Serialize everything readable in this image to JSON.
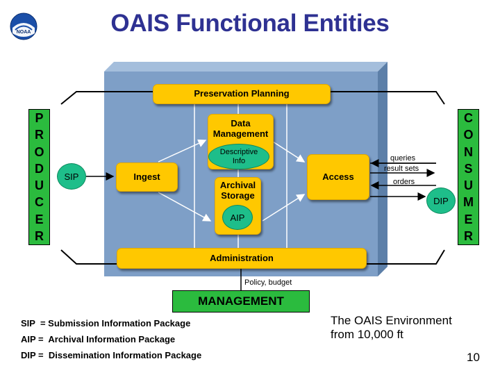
{
  "title": "OAIS Functional Entities",
  "logo_text": "NOAA",
  "producer_letters": [
    "P",
    "R",
    "O",
    "D",
    "U",
    "C",
    "E",
    "R"
  ],
  "consumer_letters": [
    "C",
    "O",
    "N",
    "S",
    "U",
    "M",
    "E",
    "R"
  ],
  "entities": {
    "preservation_planning": "Preservation Planning",
    "data_management": "Data\nManagement",
    "descriptive_info": "Descriptive\nInfo",
    "ingest": "Ingest",
    "archival_storage": "Archival\nStorage",
    "aip": "AIP",
    "access": "Access",
    "administration": "Administration",
    "management": "MANAGEMENT"
  },
  "packages": {
    "sip": "SIP",
    "dip": "DIP"
  },
  "flows": {
    "queries": "queries",
    "result_sets": "result sets",
    "orders": "orders",
    "policy_budget": "Policy, budget"
  },
  "legend": [
    "SIP  = Submission Information Package",
    "AIP =  Archival Information Package",
    "DIP =  Dissemination Information Package"
  ],
  "environment_caption": "The OAIS Environment\nfrom 10,000 ft",
  "page_number": "10",
  "colors": {
    "title": "#2e3192",
    "entity_box": "#ffc800",
    "green_bar": "#2bbb3e",
    "oval": "#1ebe8a",
    "environment": "#7e9fc7"
  }
}
